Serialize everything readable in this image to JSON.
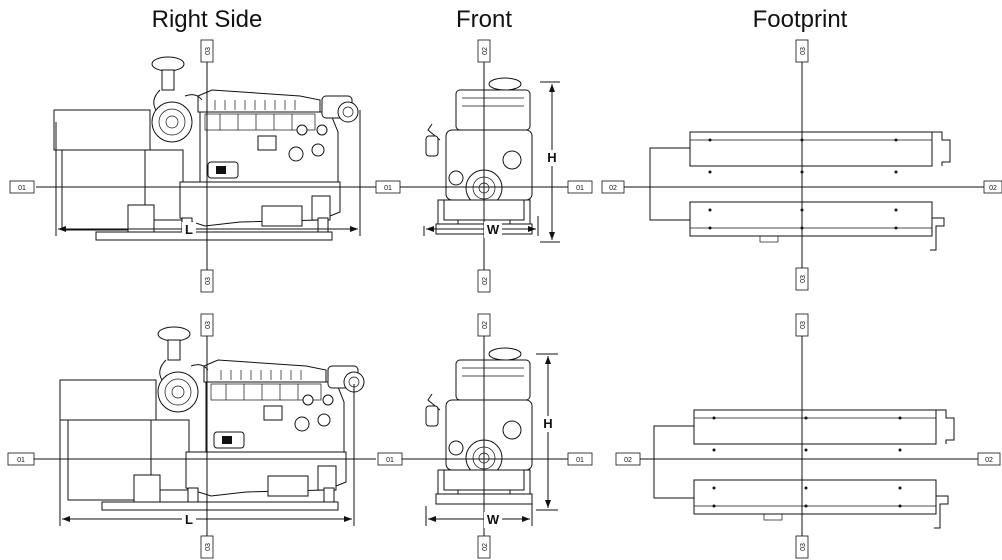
{
  "titles": {
    "right_side": "Right Side",
    "front": "Front",
    "footprint": "Footprint"
  },
  "axes": {
    "a01": "01",
    "a02": "02",
    "a03": "03"
  },
  "dimensions": {
    "length": "L",
    "width": "W",
    "height": "H"
  }
}
